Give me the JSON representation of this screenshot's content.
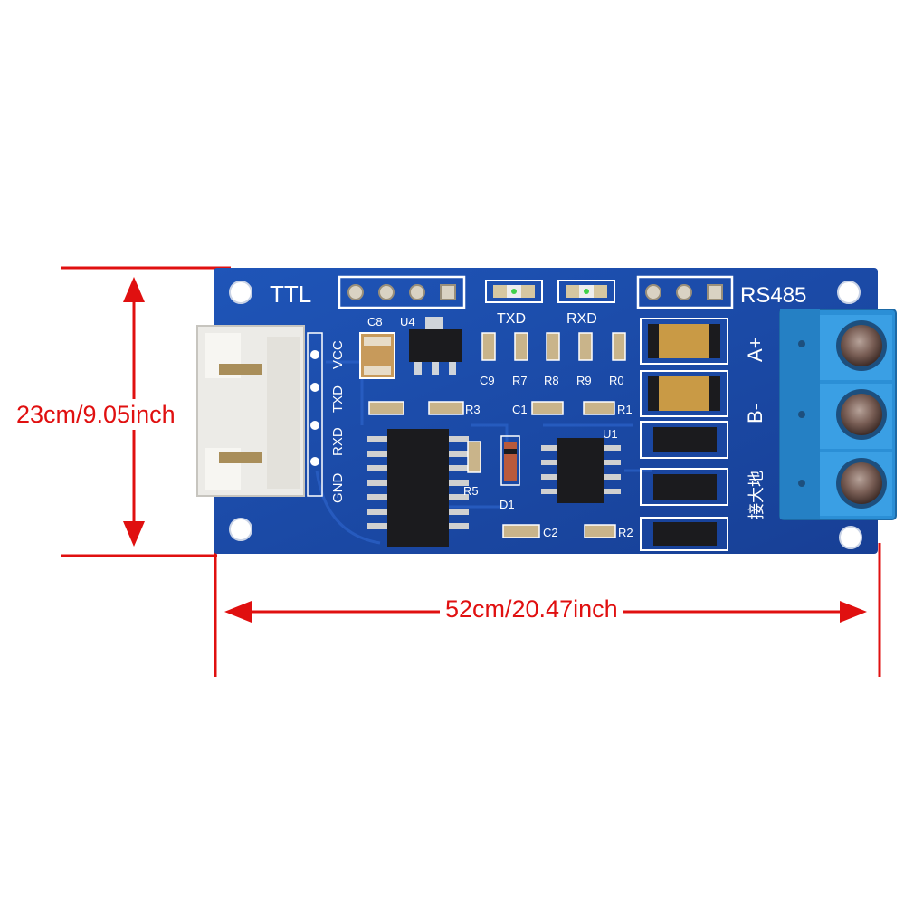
{
  "dimensions": {
    "height_label": "23cm/9.05inch",
    "width_label": "52cm/20.47inch",
    "line_color": "#e01010"
  },
  "board": {
    "color": "#1a4aa8",
    "ttl_label": "TTL",
    "rs485_label": "RS485",
    "txd_led_label": "TXD",
    "rxd_led_label": "RXD",
    "pin_labels": [
      "GND",
      "RXD",
      "TXD",
      "VCC"
    ],
    "terminal_labels": [
      "A+",
      "B-"
    ],
    "ground_label": "接大地",
    "components": {
      "c8": "C8",
      "u4": "U4",
      "c9": "C9",
      "r7": "R7",
      "r8": "R8",
      "r9": "R9",
      "r0": "R0",
      "r3": "R3",
      "c1": "C1",
      "r1": "R1",
      "u1": "U1",
      "r5": "R5",
      "d1": "D1",
      "c2": "C2",
      "r2": "R2"
    }
  }
}
